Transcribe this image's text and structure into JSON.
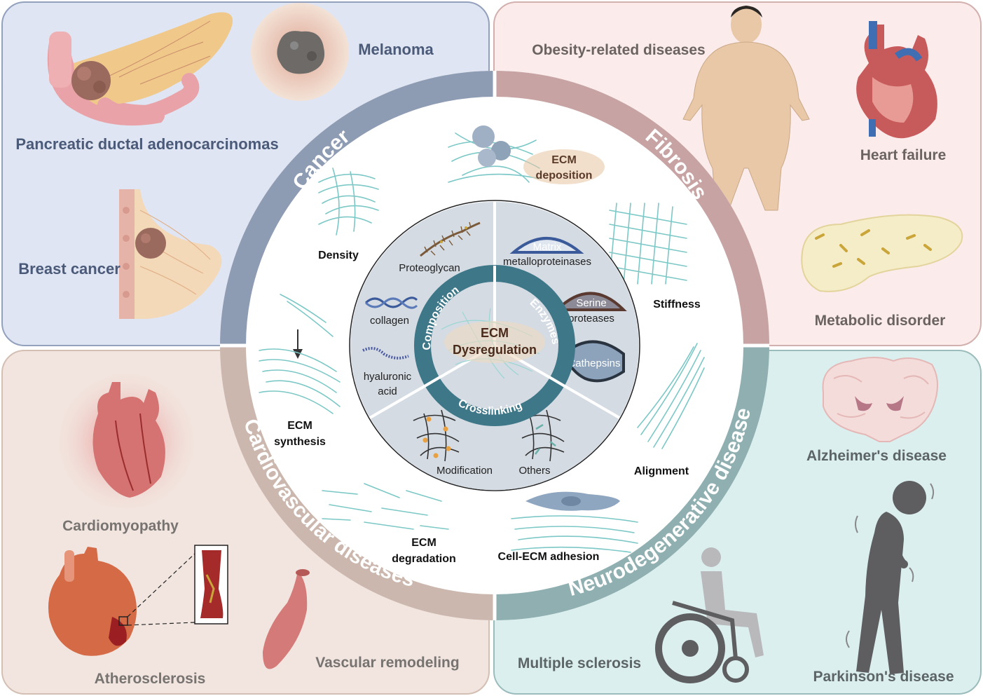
{
  "quadrants": {
    "cancer": {
      "ring_label": "Cancer",
      "items": [
        "Melanoma",
        "Pancreatic ductal adenocarcinomas",
        "Breast cancer"
      ]
    },
    "fibrosis": {
      "ring_label": "Fibrosis",
      "items": [
        "Obesity-related diseases",
        "Heart failure",
        "Metabolic disorder"
      ]
    },
    "cardiovascular": {
      "ring_label": "Cardiovascular diseases",
      "items": [
        "Cardiomyopathy",
        "Atherosclerosis",
        "Vascular remodeling"
      ]
    },
    "neurodegenerative": {
      "ring_label": "Neurodegenerative disease",
      "items": [
        "Alzheimer's disease",
        "Multiple sclerosis",
        "Parkinson's disease"
      ]
    }
  },
  "middle_ring": {
    "ecm_deposition": [
      "ECM",
      "deposition"
    ],
    "density": "Density",
    "stiffness": "Stiffness",
    "ecm_synthesis": [
      "ECM",
      "synthesis"
    ],
    "alignment": "Alignment",
    "ecm_degradation": [
      "ECM",
      "degradation"
    ],
    "cell_ecm_adhesion": "Cell-ECM adhesion"
  },
  "inner_ring": {
    "composition": {
      "label": "Composition",
      "items": {
        "proteoglycan": "Proteoglycan",
        "collagen": "collagen",
        "hyaluronic_acid": [
          "hyaluronic",
          "acid"
        ]
      }
    },
    "enzymes": {
      "label": "Enzymes",
      "items": {
        "matrix": "Matrix",
        "metalloproteinases": "metalloproteinases",
        "serine": "Serine",
        "proteases": "proteases",
        "cathepsins": "Cathepsins"
      }
    },
    "crosslinking": {
      "label": "Crosslinking",
      "items": {
        "modification": "Modification",
        "others": "Others"
      }
    }
  },
  "center": [
    "ECM",
    "Dysregulation"
  ],
  "colors": {
    "cancer": "#8d9bb3",
    "fibrosis": "#c7a3a3",
    "cardiovascular": "#cbb7ad",
    "neurodegenerative": "#8fafb0",
    "cancer_bg": "#dfe5f2",
    "fibrosis_bg": "#fbeceb",
    "cardiovascular_bg": "#f2e5df",
    "neurodegenerative_bg": "#dcefef",
    "inner_ring": "#3e7788",
    "fiber": "#7cc8c6"
  },
  "icons": [
    "pancreas-tumor-icon",
    "melanoma-icon",
    "breast-tumor-icon",
    "obese-person-icon",
    "heart-icon",
    "pancreas-icon",
    "brain-icon",
    "parkinson-person-icon",
    "wheelchair-person-icon",
    "cardiomyopathy-heart-icon",
    "atherosclerosis-heart-icon",
    "artery-section-icon",
    "vessel-icon",
    "fiber-network-icon",
    "proteoglycan-icon",
    "collagen-icon",
    "hyaluronic-acid-icon",
    "crosslink-network-icon",
    "cell-icon"
  ]
}
